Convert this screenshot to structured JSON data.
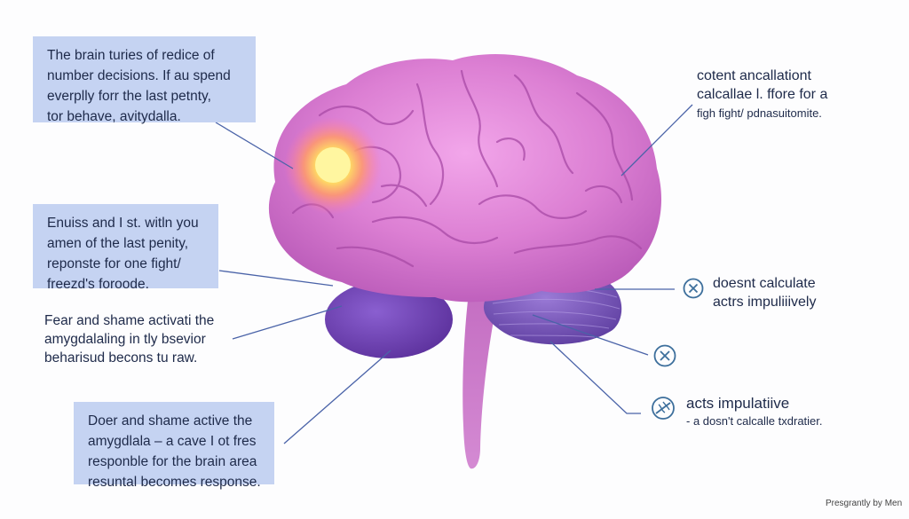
{
  "box_top_left": {
    "lines": [
      "The brain turies of redice of",
      "number decisions. If au spend",
      "everplly forr the last petnty,",
      "tor behave, avitydalla."
    ]
  },
  "box_mid_left": {
    "lines": [
      "Enuiss and I st. witln you",
      "amen of the last penity,",
      "reponste for one fight/",
      "freezd's foroode."
    ]
  },
  "note_left": {
    "lines": [
      "Fear and shame activati the",
      "amygdalaling in tly bsevior",
      "beharisud becons tu raw."
    ]
  },
  "box_bottom_left": {
    "lines": [
      "Doer and shame active the",
      "amygdlala – a cave I ot fres",
      "responble for the brain area",
      "resuntal becomes response."
    ]
  },
  "note_top_right": {
    "lines": [
      "cotent ancallationt",
      "calcallae l. ffore for a",
      "figh fight/ pdnasuitomite."
    ]
  },
  "note_mid_right": {
    "lines": [
      "doesnt calculate",
      "actrs impuliiively"
    ]
  },
  "note_bottom_right": {
    "line1": "acts impulatiive",
    "line2": "- a dosn't calcalle txdratier."
  },
  "credit": "Presgrantly by Men",
  "icons": [
    "x-circle-icon",
    "x-circle-icon",
    "slashed-sphere-icon"
  ],
  "colors": {
    "label_box": "#c5d3f2",
    "text": "#1e2a4a",
    "leader_line": "#4a63a8",
    "icon": "#3d6f9c",
    "brain": "#d16fc8",
    "amygdala": "#6a3fb0",
    "cerebellum": "#7a58b8",
    "glow": "#fff28a"
  }
}
